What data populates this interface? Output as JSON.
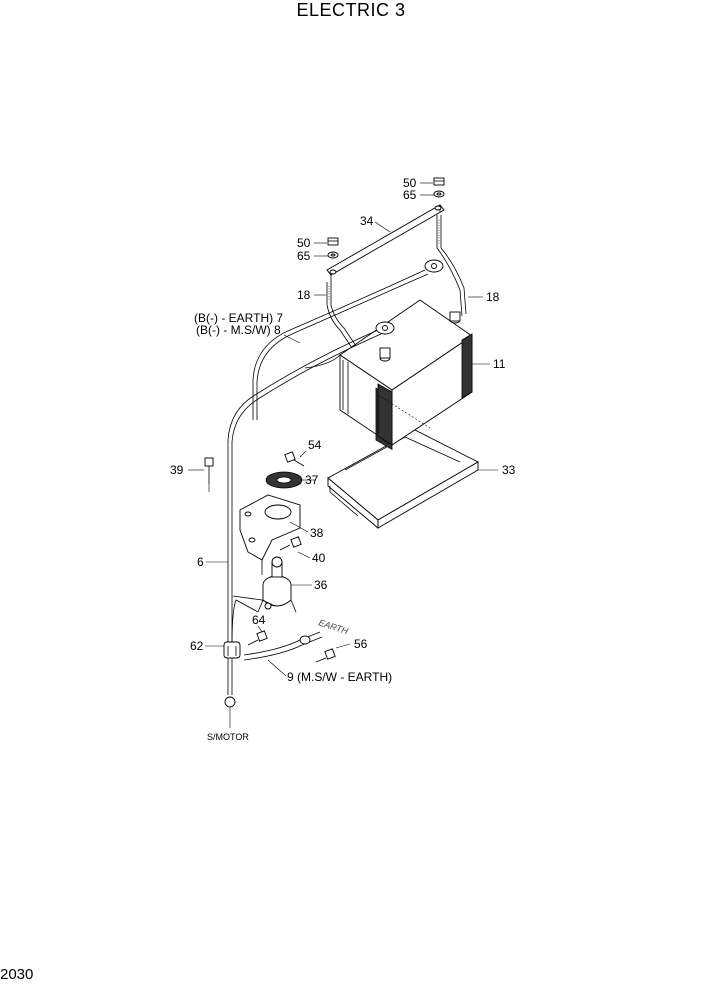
{
  "page": {
    "title": "ELECTRIC 3",
    "page_number": "2030"
  },
  "callouts": {
    "c50a": "50",
    "c65a": "65",
    "c34": "34",
    "c50b": "50",
    "c65b": "65",
    "c18a": "18",
    "c18b": "18",
    "c7": "(B(-) - EARTH) 7",
    "c8": "(B(-) - M.S/W) 8",
    "c11": "11",
    "c54": "54",
    "c39": "39",
    "c37": "37",
    "c33": "33",
    "c38": "38",
    "c40": "40",
    "c6": "6",
    "c36": "36",
    "c64": "64",
    "c62": "62",
    "c56": "56",
    "c9": "9 (M.S/W - EARTH)",
    "earth_tag": "EARTH",
    "smotor_tag": "S/MOTOR"
  }
}
